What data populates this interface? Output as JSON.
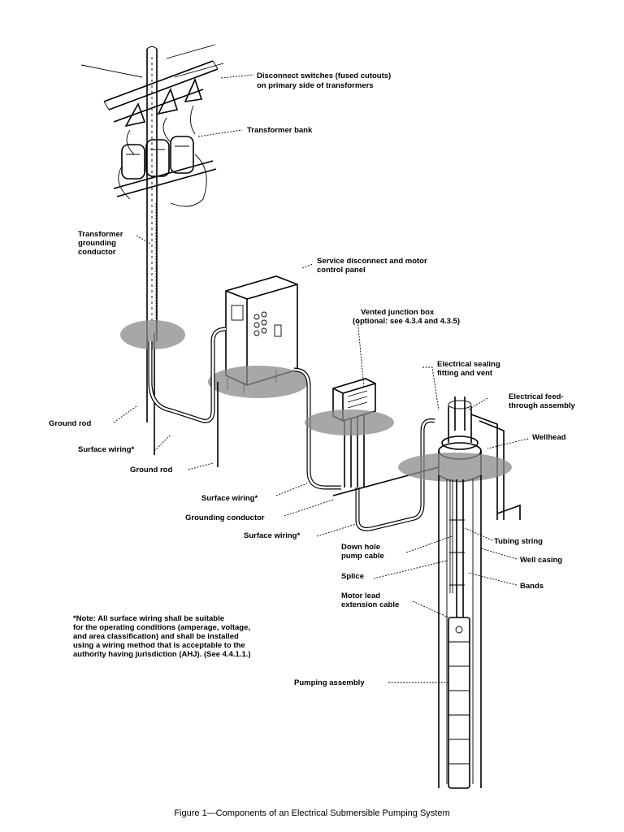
{
  "labels": {
    "disconnect_1": "Disconnect switches (fused cutouts)",
    "disconnect_2": "on primary side of transformers",
    "transformer_bank": "Transformer bank",
    "tgc_1": "Transformer",
    "tgc_2": "grounding",
    "tgc_3": "conductor",
    "service_1": "Service disconnect and motor",
    "service_2": "control panel",
    "vjb_1": "Vented junction box",
    "vjb_2": "(optional: see 4.3.4 and 4.3.5)",
    "seal_1": "Electrical sealing",
    "seal_2": "fitting and vent",
    "feed_1": "Electrical feed-",
    "feed_2": "through assembly",
    "wellhead": "Wellhead",
    "ground_rod_1": "Ground rod",
    "surface_wiring_1": "Surface wiring*",
    "ground_rod_2": "Ground rod",
    "surface_wiring_2": "Surface wiring*",
    "grounding_conductor": "Grounding conductor",
    "surface_wiring_3": "Surface wiring*",
    "downhole_1": "Down hole",
    "downhole_2": "pump cable",
    "tubing_string": "Tubing string",
    "well_casing": "Well casing",
    "splice": "Splice",
    "bands": "Bands",
    "motor_lead_1": "Motor lead",
    "motor_lead_2": "extension cable",
    "pumping_assembly": "Pumping assembly"
  },
  "note": {
    "line1": "*Note: All surface wiring shall be suitable",
    "line2": "for the operating conditions (amperage, voltage,",
    "line3": "and area classification) and shall be installed",
    "line4": "using a wiring method that is acceptable to the",
    "line5": "authority having jurisdiction (AHJ). (See 4.4.1.1.)"
  },
  "caption": "Figure  1—Components of an Electrical Submersible Pumping System"
}
